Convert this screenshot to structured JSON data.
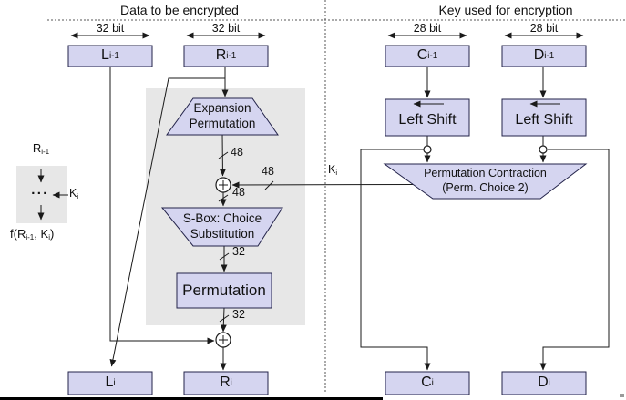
{
  "titles": {
    "data_section": "Data to be encrypted",
    "key_section": "Key used for encryption"
  },
  "bit_labels": {
    "l_prev": "32 bit",
    "r_prev": "32 bit",
    "c_prev": "28 bit",
    "d_prev": "28 bit"
  },
  "boxes": {
    "l_prev": {
      "main": "L",
      "sub": "i-1"
    },
    "r_prev": {
      "main": "R",
      "sub": "i-1"
    },
    "c_prev": {
      "main": "C",
      "sub": "i-1"
    },
    "d_prev": {
      "main": "D",
      "sub": "i-1"
    },
    "l_next": {
      "main": "L",
      "sub": "i"
    },
    "r_next": {
      "main": "R",
      "sub": "i"
    },
    "c_next": {
      "main": "C",
      "sub": "i"
    },
    "d_next": {
      "main": "D",
      "sub": "i"
    },
    "left_shift_c": "Left Shift",
    "left_shift_d": "Left Shift",
    "permutation": "Permutation"
  },
  "trapezoids": {
    "expansion": {
      "line1": "Expansion",
      "line2": "Permutation"
    },
    "sbox": {
      "line1": "S-Box: Choice",
      "line2": "Substitution"
    },
    "perm_contraction": {
      "line1": "Permutation Contraction",
      "line2": "(Perm. Choice 2)"
    }
  },
  "wire_labels": {
    "expansion_out": "48",
    "key_in": "48",
    "xor1_out": "48",
    "sbox_out": "32",
    "perm_out": "32",
    "k": {
      "main": "K",
      "sub": "i"
    }
  },
  "legend": {
    "input": {
      "main": "R",
      "sub": "i-1"
    },
    "dots": "···",
    "key": {
      "main": "K",
      "sub": "i"
    },
    "f": {
      "p1": "f(R",
      "p2": "i-1",
      "p3": ", K",
      "p4": "i",
      "p5": ")"
    }
  },
  "colors": {
    "node_fill": "#d5d5f0",
    "node_border": "#23234a",
    "panel_gray": "#e7e7e7",
    "line": "#1a1a1a"
  }
}
